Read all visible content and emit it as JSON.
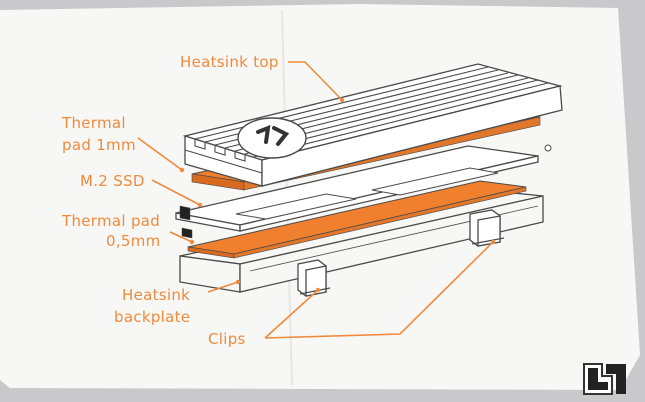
{
  "colors": {
    "accent": "#f08a3c",
    "pad": "#f07f2e",
    "line": "#4a4a4a",
    "paper": "#f7f7f5",
    "background": "#c9c9cc"
  },
  "labels": {
    "heatsink_top": "Heatsink top",
    "thermal_pad_top_line1": "Thermal",
    "thermal_pad_top_line2": "pad 1mm",
    "m2_ssd": "M.2 SSD",
    "thermal_pad_bottom_line1": "Thermal pad",
    "thermal_pad_bottom_line2": "0,5mm",
    "heatsink_backplate_line1": "Heatsink",
    "heatsink_backplate_line2": "backplate",
    "clips": "Clips"
  },
  "icons": {
    "brand_logo": "ek-logo-icon",
    "watermark": "corner-logo-icon"
  }
}
